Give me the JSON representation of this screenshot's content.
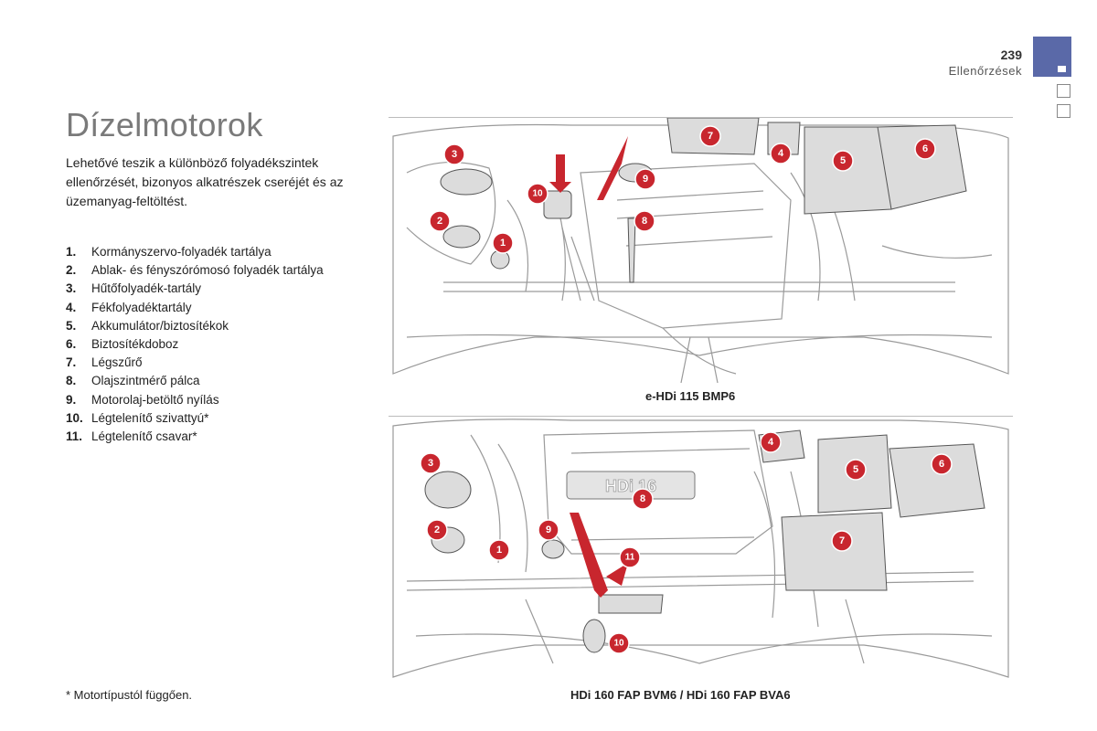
{
  "header": {
    "page_number": "239",
    "section": "Ellenőrzések"
  },
  "title": "Dízelmotorok",
  "intro": "Lehetővé teszik a különböző folyadékszintek ellenőrzését, bizonyos alkatrészek cseréjét és az üzemanyag-feltöltést.",
  "legend": [
    {
      "num": "1.",
      "label": "Kormányszervo-folyadék tartálya"
    },
    {
      "num": "2.",
      "label": "Ablak- és fényszórómosó folyadék tartálya"
    },
    {
      "num": "3.",
      "label": "Hűtőfolyadék-tartály"
    },
    {
      "num": "4.",
      "label": "Fékfolyadéktartály"
    },
    {
      "num": "5.",
      "label": "Akkumulátor/biztosítékok"
    },
    {
      "num": "6.",
      "label": "Biztosítékdoboz"
    },
    {
      "num": "7.",
      "label": "Légszűrő"
    },
    {
      "num": "8.",
      "label": "Olajszintmérő pálca"
    },
    {
      "num": "9.",
      "label": "Motorolaj-betöltő nyílás"
    },
    {
      "num": "10.",
      "label": "Légtelenítő szivattyú*"
    },
    {
      "num": "11.",
      "label": "Légtelenítő csavar*"
    }
  ],
  "diagram1": {
    "caption": "e-HDi 115 BMP6",
    "badges": [
      "1",
      "2",
      "3",
      "4",
      "5",
      "6",
      "7",
      "8",
      "9",
      "10"
    ]
  },
  "diagram2": {
    "caption": "HDi 160 FAP BVM6 / HDi 160 FAP BVA6",
    "engine_mark": "HDi 16",
    "badges": [
      "1",
      "2",
      "3",
      "4",
      "5",
      "6",
      "7",
      "8",
      "9",
      "10",
      "11"
    ]
  },
  "footnote": "* Motortípustól függően.",
  "colors": {
    "badge": "#c8262e",
    "tab": "#5a69a8",
    "title": "#7a7a7a"
  }
}
